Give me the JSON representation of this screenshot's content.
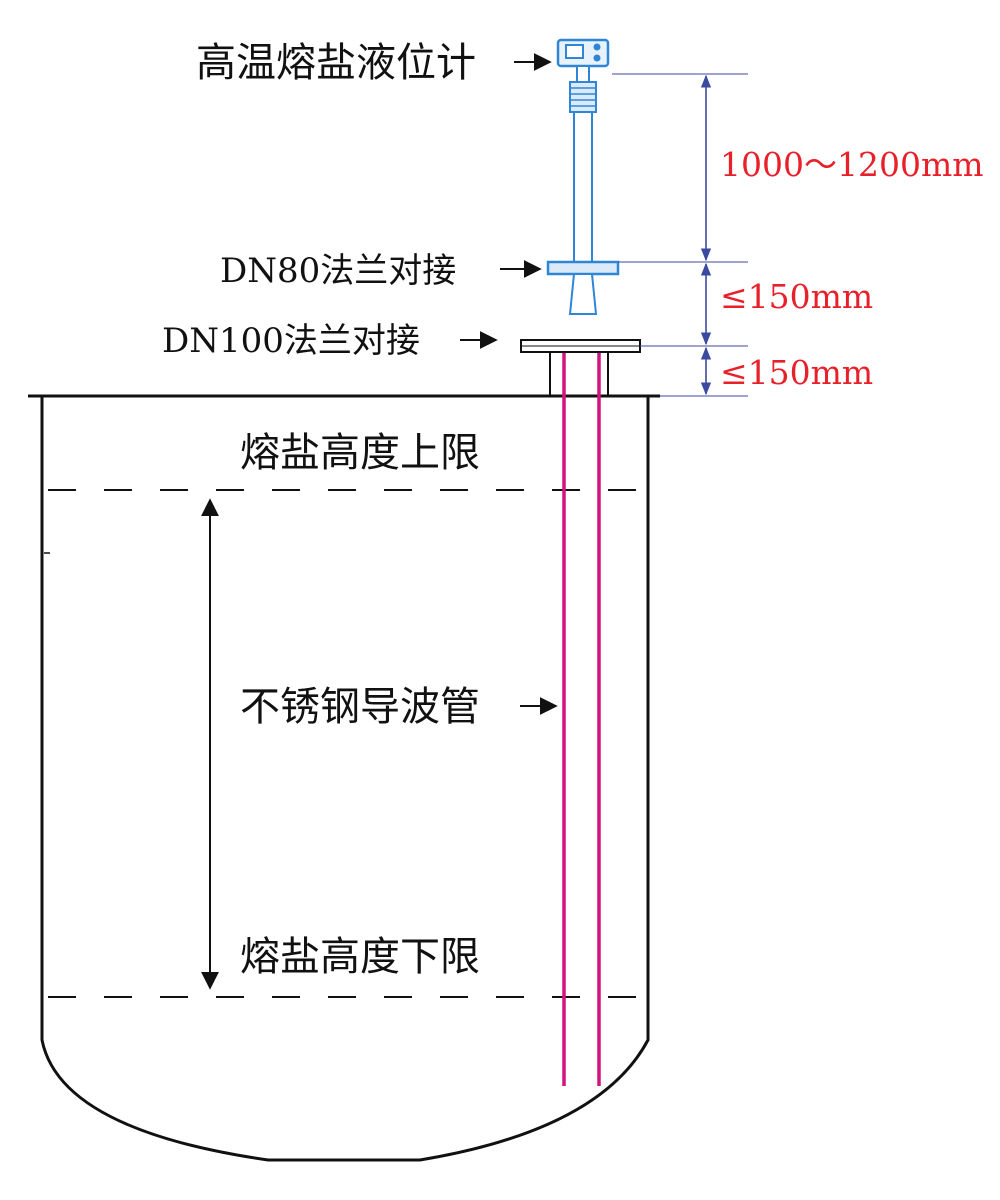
{
  "labels": {
    "level_meter": "高温熔盐液位计",
    "flange_dn80": "DN80法兰对接",
    "flange_dn100": "DN100法兰对接",
    "upper_limit": "熔盐高度上限",
    "guide_tube": "不锈钢导波管",
    "lower_limit": "熔盐高度下限"
  },
  "dimensions": {
    "probe_length": "1000～1200mm",
    "flange_gap": "≤150mm",
    "nozzle_height": "≤150mm"
  },
  "colors": {
    "dimension_text": "#e8202a",
    "dimension_line": "#3a4aa0",
    "guide_tube": "#d4147e",
    "instrument": "#2f86d6",
    "outline": "#111111"
  }
}
